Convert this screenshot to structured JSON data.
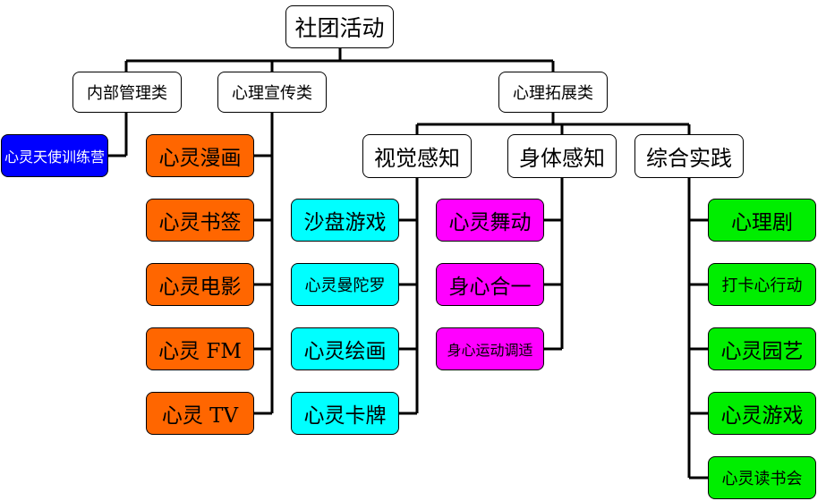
{
  "root": {
    "label": "社团活动"
  },
  "categories": [
    {
      "label": "内部管理类",
      "items": [
        {
          "label": "心灵天使训练营",
          "color": "#0000ff"
        }
      ]
    },
    {
      "label": "心理宣传类",
      "items": [
        {
          "label": "心灵漫画",
          "color": "#ff6600"
        },
        {
          "label": "心灵书签",
          "color": "#ff6600"
        },
        {
          "label": "心灵电影",
          "color": "#ff6600"
        },
        {
          "label": "心灵 FM",
          "color": "#ff6600"
        },
        {
          "label": "心灵 TV",
          "color": "#ff6600"
        }
      ]
    },
    {
      "label": "心理拓展类",
      "subcategories": [
        {
          "label": "视觉感知",
          "items": [
            {
              "label": "沙盘游戏",
              "color": "#00ffff"
            },
            {
              "label": "心灵曼陀罗",
              "color": "#00ffff"
            },
            {
              "label": "心灵绘画",
              "color": "#00ffff"
            },
            {
              "label": "心灵卡牌",
              "color": "#00ffff"
            }
          ]
        },
        {
          "label": "身体感知",
          "items": [
            {
              "label": "心灵舞动",
              "color": "#ff00ff"
            },
            {
              "label": "身心合一",
              "color": "#ff00ff"
            },
            {
              "label": "身心运动调适",
              "color": "#ff00ff"
            }
          ]
        },
        {
          "label": "综合实践",
          "items": [
            {
              "label": "心理剧",
              "color": "#00ee00"
            },
            {
              "label": "打卡心行动",
              "color": "#00ee00"
            },
            {
              "label": "心灵园艺",
              "color": "#00ee00"
            },
            {
              "label": "心灵游戏",
              "color": "#00ee00"
            },
            {
              "label": "心灵读书会",
              "color": "#00ee00"
            }
          ]
        }
      ]
    }
  ]
}
